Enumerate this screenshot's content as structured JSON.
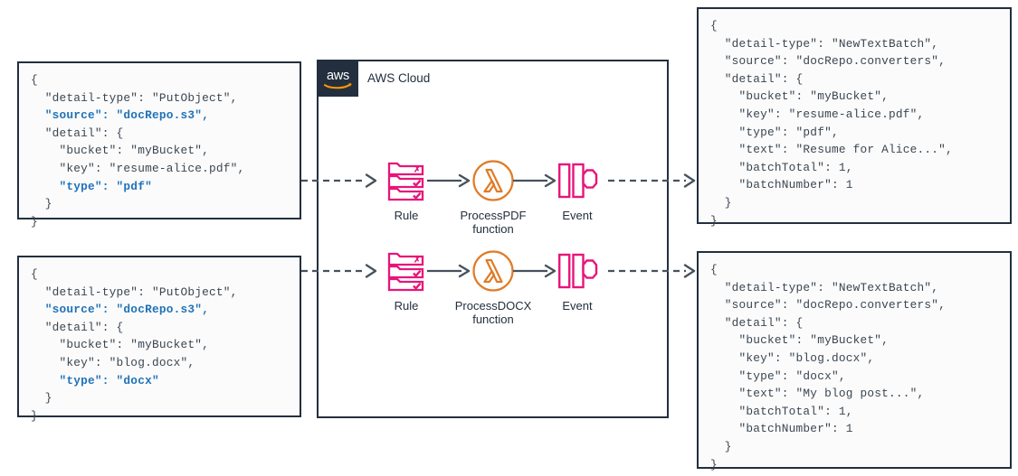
{
  "diagram": {
    "title": "AWS Cloud",
    "colors": {
      "aws_navy": "#232f3e",
      "eventbridge_pink": "#e7157b",
      "lambda_orange": "#e07b26",
      "highlight_blue": "#1f72b8",
      "connector_gray": "#47525d"
    }
  },
  "cloud": {
    "label": "AWS Cloud",
    "logo_text": "aws"
  },
  "nodes": [
    {
      "id": "rule-pdf",
      "icon": "eventbridge-rule-icon",
      "label": "Rule"
    },
    {
      "id": "lambda-pdf",
      "icon": "aws-lambda-icon",
      "label": "ProcessPDF\nfunction"
    },
    {
      "id": "event-pdf",
      "icon": "eventbridge-event-icon",
      "label": "Event"
    },
    {
      "id": "rule-docx",
      "icon": "eventbridge-rule-icon",
      "label": "Rule"
    },
    {
      "id": "lambda-docx",
      "icon": "aws-lambda-icon",
      "label": "ProcessDOCX\nfunction"
    },
    {
      "id": "event-docx",
      "icon": "eventbridge-event-icon",
      "label": "Event"
    }
  ],
  "input_events": {
    "pdf": {
      "lines": [
        {
          "text": "{",
          "highlight": false
        },
        {
          "text": "  \"detail-type\": \"PutObject\",",
          "highlight": false
        },
        {
          "text": "  \"source\": \"docRepo.s3\",",
          "highlight": true
        },
        {
          "text": "  \"detail\": {",
          "highlight": false
        },
        {
          "text": "    \"bucket\": \"myBucket\",",
          "highlight": false
        },
        {
          "text": "    \"key\": \"resume-alice.pdf\",",
          "highlight": false
        },
        {
          "text": "    \"type\": \"pdf\"",
          "highlight": true
        },
        {
          "text": "  }",
          "highlight": false
        },
        {
          "text": "}",
          "highlight": false
        }
      ]
    },
    "docx": {
      "lines": [
        {
          "text": "{",
          "highlight": false
        },
        {
          "text": "  \"detail-type\": \"PutObject\",",
          "highlight": false
        },
        {
          "text": "  \"source\": \"docRepo.s3\",",
          "highlight": true
        },
        {
          "text": "  \"detail\": {",
          "highlight": false
        },
        {
          "text": "    \"bucket\": \"myBucket\",",
          "highlight": false
        },
        {
          "text": "    \"key\": \"blog.docx\",",
          "highlight": false
        },
        {
          "text": "    \"type\": \"docx\"",
          "highlight": true
        },
        {
          "text": "  }",
          "highlight": false
        },
        {
          "text": "}",
          "highlight": false
        }
      ]
    }
  },
  "output_events": {
    "pdf": {
      "lines": [
        {
          "text": "{",
          "highlight": false
        },
        {
          "text": "  \"detail-type\": \"NewTextBatch\",",
          "highlight": false
        },
        {
          "text": "  \"source\": \"docRepo.converters\",",
          "highlight": false
        },
        {
          "text": "  \"detail\": {",
          "highlight": false
        },
        {
          "text": "    \"bucket\": \"myBucket\",",
          "highlight": false
        },
        {
          "text": "    \"key\": \"resume-alice.pdf\",",
          "highlight": false
        },
        {
          "text": "    \"type\": \"pdf\",",
          "highlight": false
        },
        {
          "text": "    \"text\": \"Resume for Alice...\",",
          "highlight": false
        },
        {
          "text": "    \"batchTotal\": 1,",
          "highlight": false
        },
        {
          "text": "    \"batchNumber\": 1",
          "highlight": false
        },
        {
          "text": "  }",
          "highlight": false
        },
        {
          "text": "}",
          "highlight": false
        }
      ]
    },
    "docx": {
      "lines": [
        {
          "text": "{",
          "highlight": false
        },
        {
          "text": "  \"detail-type\": \"NewTextBatch\",",
          "highlight": false
        },
        {
          "text": "  \"source\": \"docRepo.converters\",",
          "highlight": false
        },
        {
          "text": "  \"detail\": {",
          "highlight": false
        },
        {
          "text": "    \"bucket\": \"myBucket\",",
          "highlight": false
        },
        {
          "text": "    \"key\": \"blog.docx\",",
          "highlight": false
        },
        {
          "text": "    \"type\": \"docx\",",
          "highlight": false
        },
        {
          "text": "    \"text\": \"My blog post...\",",
          "highlight": false
        },
        {
          "text": "    \"batchTotal\": 1,",
          "highlight": false
        },
        {
          "text": "    \"batchNumber\": 1",
          "highlight": false
        },
        {
          "text": "  }",
          "highlight": false
        },
        {
          "text": "}",
          "highlight": false
        }
      ]
    }
  },
  "connectors": [
    {
      "id": "input-pdf-to-rule",
      "style": "dashed"
    },
    {
      "id": "input-docx-to-rule",
      "style": "dashed"
    },
    {
      "id": "rule-to-lambda-pdf",
      "style": "solid"
    },
    {
      "id": "rule-to-lambda-docx",
      "style": "solid"
    },
    {
      "id": "lambda-to-event-pdf",
      "style": "solid"
    },
    {
      "id": "lambda-to-event-docx",
      "style": "solid"
    },
    {
      "id": "event-pdf-to-output",
      "style": "dashed"
    },
    {
      "id": "event-docx-to-output",
      "style": "dashed"
    }
  ]
}
